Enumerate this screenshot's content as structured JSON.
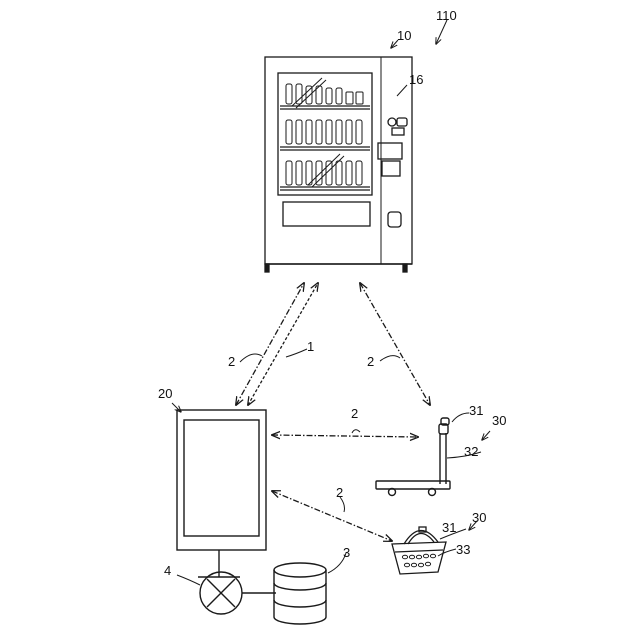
{
  "labels": {
    "system": "110",
    "vending_machine": "10",
    "vending_panel": "16",
    "display_terminal": "20",
    "database": "3",
    "router": "4",
    "link_a": "2",
    "link_b": "1",
    "link_c": "2",
    "link_d": "2",
    "link_e": "2",
    "cart_group": "30",
    "cart_handle": "31",
    "cart_frame": "32",
    "basket_group": "30",
    "basket_handle": "31",
    "basket_body": "33"
  },
  "colors": {
    "ink": "#1a1a1a",
    "background": "#ffffff"
  }
}
